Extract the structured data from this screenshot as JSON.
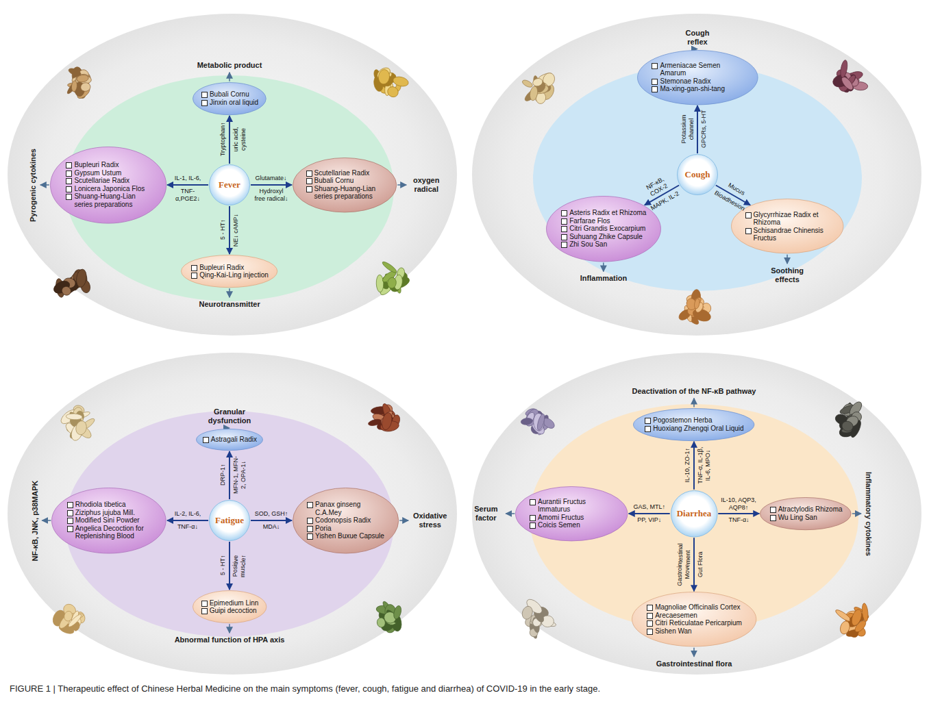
{
  "diagram": {
    "caption": "FIGURE 1 | Therapeutic effect of Chinese Herbal Medicine on the main symptoms (fever, cough, fatigue and diarrhea) of COVID-19 in the early stage.",
    "nodes": [
      {
        "text": [
          "Fever"
        ]
      },
      {
        "text": [
          "Bubali Cornu",
          "Jinxin oral liquid"
        ]
      },
      {
        "text": [
          "Metabolic product"
        ]
      },
      {
        "text": [
          "Bupleuri Radix",
          "Gypsum Ustum",
          "Scutellariae Radix",
          "Lonicera Japonica Flos",
          "Shuang-Huang-Lian series preparations"
        ]
      },
      {
        "text": [
          "Pyrogenic cytokines"
        ]
      },
      {
        "text": [
          "Scutellariae Radix",
          "Bubali Cornu",
          "Shuang-Huang-Lian series preparations"
        ]
      },
      {
        "text": [
          "oxygen radical"
        ]
      },
      {
        "text": [
          "Bupleuri Radix",
          "Qing-Kai-Ling injection"
        ]
      },
      {
        "text": [
          "Neurotransmitter"
        ]
      },
      {
        "text": [
          "Cough"
        ]
      },
      {
        "text": [
          "Armeniacae Semen Amarum",
          "Stemonae Radix",
          "Ma-xing-gan-shi-tang"
        ]
      },
      {
        "text": [
          "Cough reflex"
        ]
      },
      {
        "text": [
          "Asteris Radix et Rhizoma",
          "Farfarae Flos",
          "Citri Grandis Exocarpium",
          "Suhuang Zhike Capsule",
          "Zhi Sou San"
        ]
      },
      {
        "text": [
          "Inflammation"
        ]
      },
      {
        "text": [
          "Glycyrrhizae Radix et Rhizoma",
          "Schisandrae Chinensis Fructus"
        ]
      },
      {
        "text": [
          "Soothing effects"
        ]
      },
      {
        "text": [
          "Fatigue"
        ]
      },
      {
        "text": [
          "Astragali Radix"
        ]
      },
      {
        "text": [
          "Granular dysfunction"
        ]
      },
      {
        "text": [
          "Rhodiola tibetica",
          "Ziziphus jujuba Mill.",
          "Modified Sini Powder",
          "Angelica Decoction for Replenishing Blood"
        ]
      },
      {
        "text": [
          "NF-κB, JNK, p38MAPK"
        ]
      },
      {
        "text": [
          "Panax ginseng C.A.Mey",
          "Codonopsis Radix",
          "Poria",
          "Yishen Buxue Capsule"
        ]
      },
      {
        "text": [
          "Oxidative stress"
        ]
      },
      {
        "text": [
          "Epimedium Linn",
          "Guipi decoction"
        ]
      },
      {
        "text": [
          "Abnormal function of HPA axis"
        ]
      },
      {
        "text": [
          "Diarrhea"
        ]
      },
      {
        "text": [
          "Pogostemon Herba",
          "Huoxiang Zhengqi Oral Liquid"
        ]
      },
      {
        "text": [
          "Deactivation of the NF-κB pathway"
        ]
      },
      {
        "text": [
          "Aurantii Fructus Immaturus",
          "Amomi Fructus",
          "Coicis Semen"
        ]
      },
      {
        "text": [
          "Serum factor"
        ]
      },
      {
        "text": [
          "Atractylodis Rhizoma",
          "Wu Ling San"
        ]
      },
      {
        "text": [
          "Inflammatory cytokines"
        ]
      },
      {
        "text": [
          "Magnoliae Officinalis Cortex",
          "Arecaesemen",
          "Citri Reticulatae Pericarpium",
          "Sishen Wan"
        ]
      },
      {
        "text": [
          "Gastrointestinal flora"
        ]
      }
    ],
    "edges": [
      {
        "from": 0,
        "to": 1,
        "arrow": "to",
        "label": "Tryptophan↑"
      },
      {
        "from": 1,
        "to": 2,
        "arrow": "to"
      },
      {
        "from": 0,
        "to": 3,
        "arrow": "to",
        "label": "IL-1, IL-6,"
      },
      {
        "from": 3,
        "to": 4,
        "arrow": "to"
      },
      {
        "from": 0,
        "to": 5,
        "arrow": "to",
        "label": "Glutamate↓"
      },
      {
        "from": 5,
        "to": 6,
        "arrow": "to"
      },
      {
        "from": 0,
        "to": 7,
        "arrow": "to",
        "label": "5 - HT↑"
      },
      {
        "from": 7,
        "to": 8,
        "arrow": "to"
      },
      {
        "from": 9,
        "to": 10,
        "arrow": "to",
        "label": "Potassium channel"
      },
      {
        "from": 10,
        "to": 11,
        "arrow": "to"
      },
      {
        "from": 9,
        "to": 12,
        "arrow": "to",
        "label": "NF-κB, COX-2"
      },
      {
        "from": 12,
        "to": 13,
        "arrow": "to"
      },
      {
        "from": 9,
        "to": 14,
        "arrow": "to",
        "label": "Mucus"
      },
      {
        "from": 14,
        "to": 15,
        "arrow": "to"
      },
      {
        "from": 16,
        "to": 17,
        "arrow": "to",
        "label": "DRP-1↑"
      },
      {
        "from": 17,
        "to": 18,
        "arrow": "to"
      },
      {
        "from": 16,
        "to": 19,
        "arrow": "to",
        "label": "IL-2, IL-6,"
      },
      {
        "from": 19,
        "to": 20,
        "arrow": "to"
      },
      {
        "from": 16,
        "to": 21,
        "arrow": "to",
        "label": "SOD, GSH↑"
      },
      {
        "from": 21,
        "to": 22,
        "arrow": "to"
      },
      {
        "from": 16,
        "to": 23,
        "arrow": "to",
        "label": "5 - HT↑"
      },
      {
        "from": 23,
        "to": 24,
        "arrow": "to"
      },
      {
        "from": 25,
        "to": 26,
        "arrow": "to",
        "label": "IL-10, ZO-1↑"
      },
      {
        "from": 26,
        "to": 27,
        "arrow": "to"
      },
      {
        "from": 25,
        "to": 28,
        "arrow": "to",
        "label": "GAS, MTL↑"
      },
      {
        "from": 28,
        "to": 29,
        "arrow": "to"
      },
      {
        "from": 25,
        "to": 30,
        "arrow": "to",
        "label": "IL-10, AQP3, AQP8↑"
      },
      {
        "from": 30,
        "to": 31,
        "arrow": "to"
      },
      {
        "from": 25,
        "to": 32,
        "arrow": "to",
        "label": "Gastrointestinal Movement"
      },
      {
        "from": 32,
        "to": 33,
        "arrow": "to"
      }
    ],
    "labels": [
      "uric acid, cysteine",
      "TNF-α,PGE2↓",
      "Hydroxyl free radical↓",
      "NE↓ cAMP↓",
      "GPCRs, 5-HT",
      "MAPK, IL-2",
      "Bioadhesion",
      "MFN-1, MFN-2, OPA-1↓",
      "TNF-α↓",
      "MDA↓",
      "Positive muscle↑",
      "TNF-α, IL-1β, IL-6, MPO↓",
      "PP, VIP↓",
      "TNF-α↓",
      "Gut Flora"
    ]
  }
}
